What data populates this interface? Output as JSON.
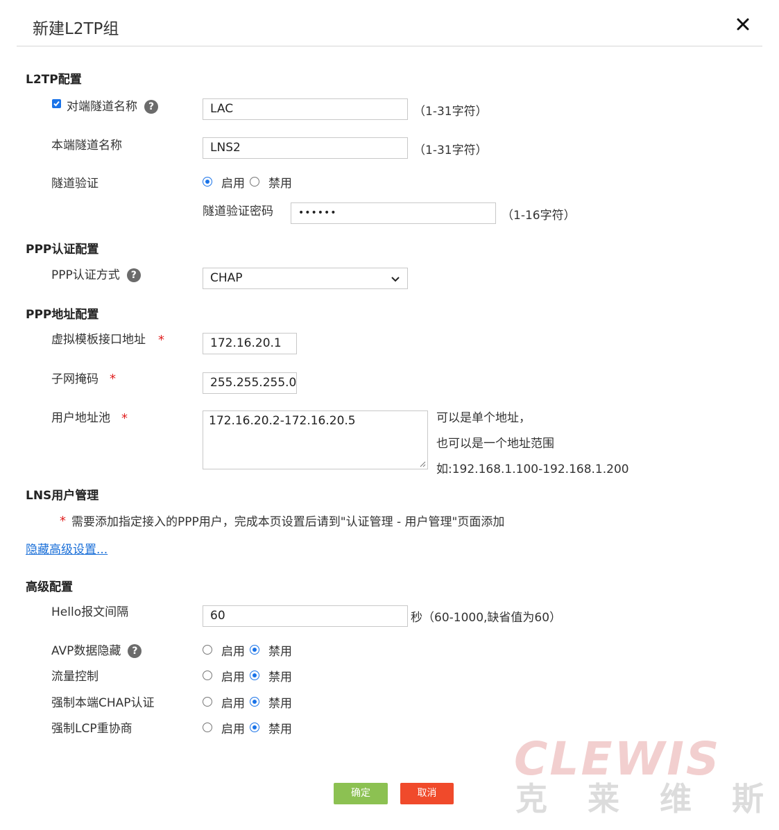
{
  "dialog": {
    "title": "新建L2TP组"
  },
  "l2tp": {
    "section_title": "L2TP配置",
    "peer_tunnel_name": {
      "label": "对端隧道名称",
      "checked": true,
      "value": "LAC",
      "hint": "（1-31字符）"
    },
    "local_tunnel_name": {
      "label": "本端隧道名称",
      "value": "LNS2",
      "hint": "（1-31字符）"
    },
    "tunnel_auth": {
      "label": "隧道验证",
      "enable_label": "启用",
      "disable_label": "禁用",
      "selected": "启用"
    },
    "tunnel_auth_password": {
      "label": "隧道验证密码",
      "value": "••••••",
      "hint": "（1-16字符）"
    }
  },
  "ppp_auth": {
    "section_title": "PPP认证配置",
    "method": {
      "label": "PPP认证方式",
      "selected": "CHAP"
    }
  },
  "ppp_address": {
    "section_title": "PPP地址配置",
    "vt_address": {
      "label": "虚拟模板接口地址",
      "value": "172.16.20.1"
    },
    "subnet_mask": {
      "label": "子网掩码",
      "value": "255.255.255.0"
    },
    "user_pool": {
      "label": "用户地址池",
      "value": "172.16.20.2-172.16.20.5",
      "hint_lines": [
        "可以是单个地址，",
        "也可以是一个地址范围",
        "如:192.168.1.100-192.168.1.200"
      ]
    },
    "required_mark": "*"
  },
  "lns_users": {
    "section_title": "LNS用户管理",
    "note": "需要添加指定接入的PPP用户，完成本页设置后请到\"认证管理 - 用户管理\"页面添加"
  },
  "advanced_link": "隐藏高级设置...",
  "advanced": {
    "section_title": "高级配置",
    "hello_interval": {
      "label": "Hello报文间隔",
      "value": "60",
      "hint": "秒（60-1000,缺省值为60）"
    },
    "avp_hiding": {
      "label": "AVP数据隐藏",
      "selected": "禁用"
    },
    "flow_control": {
      "label": "流量控制",
      "selected": "禁用"
    },
    "force_chap": {
      "label": "强制本端CHAP认证",
      "selected": "禁用"
    },
    "force_lcp": {
      "label": "强制LCP重协商",
      "selected": "禁用"
    },
    "enable_label": "启用",
    "disable_label": "禁用"
  },
  "buttons": {
    "ok": "确定",
    "cancel": "取消"
  },
  "watermark": {
    "brand_en": "CLEWIS",
    "brand_cn": "克莱维斯"
  },
  "colors": {
    "accent": "#1a73e8",
    "link": "#1a6fd8",
    "required": "#e02020",
    "ok_button": "#8cc152",
    "cancel_button": "#f04a2b"
  },
  "icons": [
    "close-icon",
    "help-icon",
    "checkbox-checked-icon",
    "chevron-down-icon",
    "resize-grip-icon"
  ]
}
